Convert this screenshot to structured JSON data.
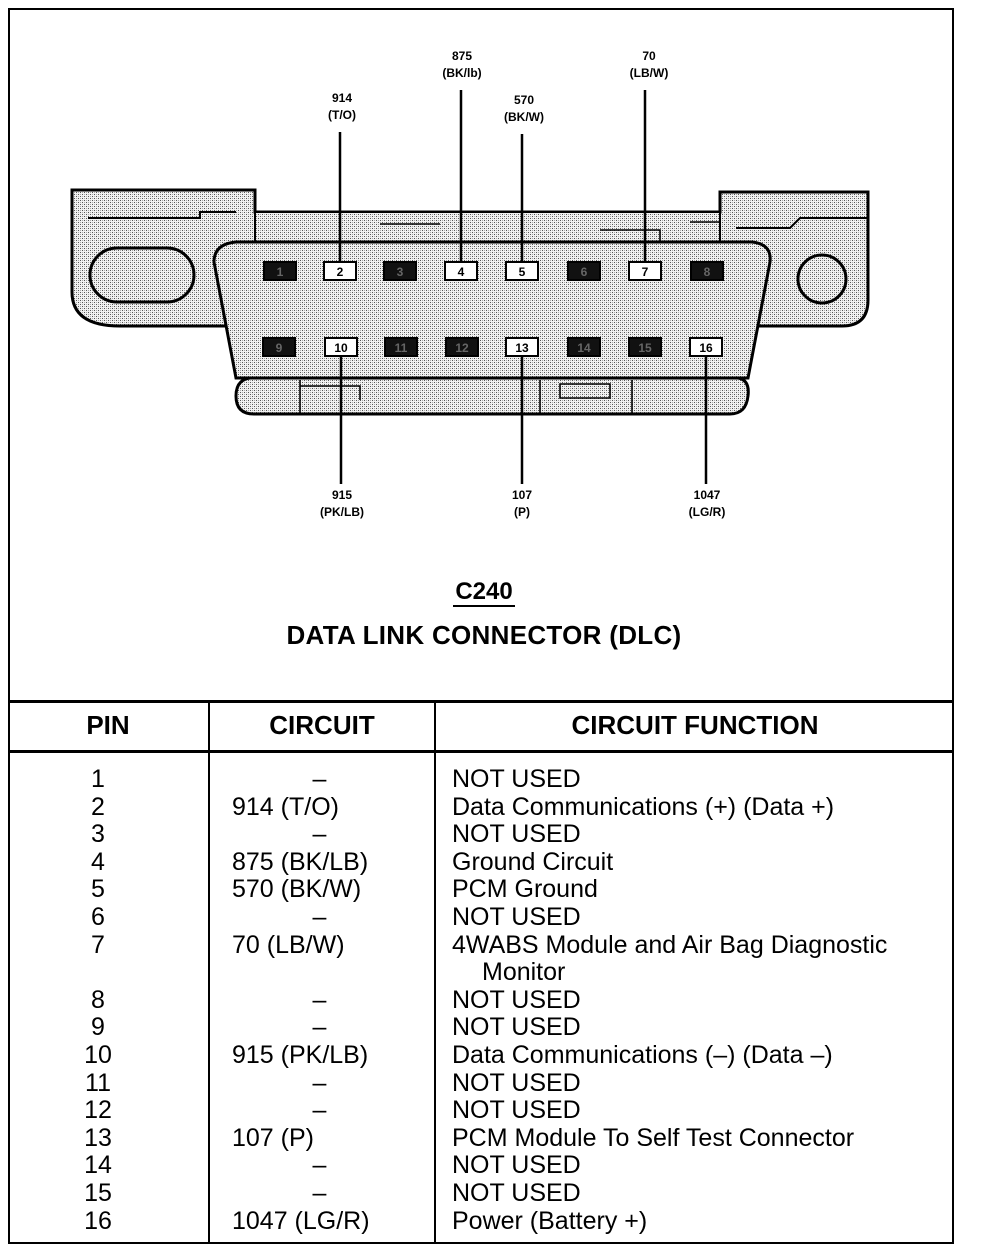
{
  "wire_labels": {
    "pin2": {
      "circuit": "914",
      "color": "(T/O)"
    },
    "pin4": {
      "circuit": "875",
      "color": "(BK/lb)"
    },
    "pin5": {
      "circuit": "570",
      "color": "(BK/W)"
    },
    "pin7": {
      "circuit": "70",
      "color": "(LB/W)"
    },
    "pin10": {
      "circuit": "915",
      "color": "(PK/LB)"
    },
    "pin13": {
      "circuit": "107",
      "color": "(P)"
    },
    "pin16": {
      "circuit": "1047",
      "color": "(LG/R)"
    }
  },
  "connector": {
    "id": "C240",
    "name": "DATA LINK CONNECTOR (DLC)",
    "top_row_pins": [
      "1",
      "2",
      "3",
      "4",
      "5",
      "6",
      "7",
      "8"
    ],
    "bottom_row_pins": [
      "9",
      "10",
      "11",
      "12",
      "13",
      "14",
      "15",
      "16"
    ],
    "used_pins": [
      "2",
      "4",
      "5",
      "7",
      "10",
      "13",
      "16"
    ]
  },
  "table": {
    "headers": {
      "pin": "PIN",
      "circuit": "CIRCUIT",
      "function": "CIRCUIT FUNCTION"
    },
    "rows": [
      {
        "pin": "1",
        "circuit": "–",
        "function": [
          "NOT USED"
        ]
      },
      {
        "pin": "2",
        "circuit": "914 (T/O)",
        "function": [
          "Data Communications (+) (Data +)"
        ]
      },
      {
        "pin": "3",
        "circuit": "–",
        "function": [
          "NOT USED"
        ]
      },
      {
        "pin": "4",
        "circuit": "875 (BK/LB)",
        "function": [
          "Ground Circuit"
        ]
      },
      {
        "pin": "5",
        "circuit": "570 (BK/W)",
        "function": [
          "PCM Ground"
        ]
      },
      {
        "pin": "6",
        "circuit": "–",
        "function": [
          "NOT USED"
        ]
      },
      {
        "pin": "7",
        "circuit": "70 (LB/W)",
        "function": [
          "4WABS Module and Air Bag Diagnostic",
          "Monitor"
        ]
      },
      {
        "pin": "8",
        "circuit": "–",
        "function": [
          "NOT USED"
        ]
      },
      {
        "pin": "9",
        "circuit": "–",
        "function": [
          "NOT USED"
        ]
      },
      {
        "pin": "10",
        "circuit": "915 (PK/LB)",
        "function": [
          "Data Communications (–) (Data –)"
        ]
      },
      {
        "pin": "11",
        "circuit": "–",
        "function": [
          "NOT USED"
        ]
      },
      {
        "pin": "12",
        "circuit": "–",
        "function": [
          "NOT USED"
        ]
      },
      {
        "pin": "13",
        "circuit": "107 (P)",
        "function": [
          "PCM Module To Self Test Connector"
        ]
      },
      {
        "pin": "14",
        "circuit": "–",
        "function": [
          "NOT USED"
        ]
      },
      {
        "pin": "15",
        "circuit": "–",
        "function": [
          "NOT USED"
        ]
      },
      {
        "pin": "16",
        "circuit": "1047 (LG/R)",
        "function": [
          "Power (Battery +)"
        ]
      }
    ]
  }
}
